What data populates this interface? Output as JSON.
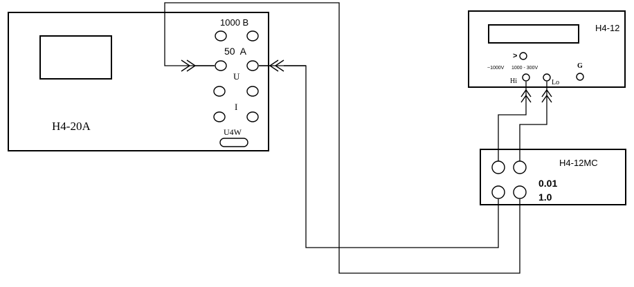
{
  "generator": {
    "name": "H4-20A",
    "range_top": "1000 B",
    "range_current": "50  A",
    "label_u": "U",
    "label_i": "I",
    "label_u4w": "U4W"
  },
  "meter": {
    "name": "H4-12",
    "range_label_left": "~1000V",
    "range_label_right": "1000 - 300V",
    "symbol": ">",
    "label_g": "G",
    "label_hi": "Hi",
    "label_lo": "Lo"
  },
  "shunt": {
    "name": "H4-12MC",
    "value_top": "0.01",
    "value_bottom": "1.0"
  },
  "colors": {
    "stroke": "#000000",
    "background": "#ffffff"
  }
}
